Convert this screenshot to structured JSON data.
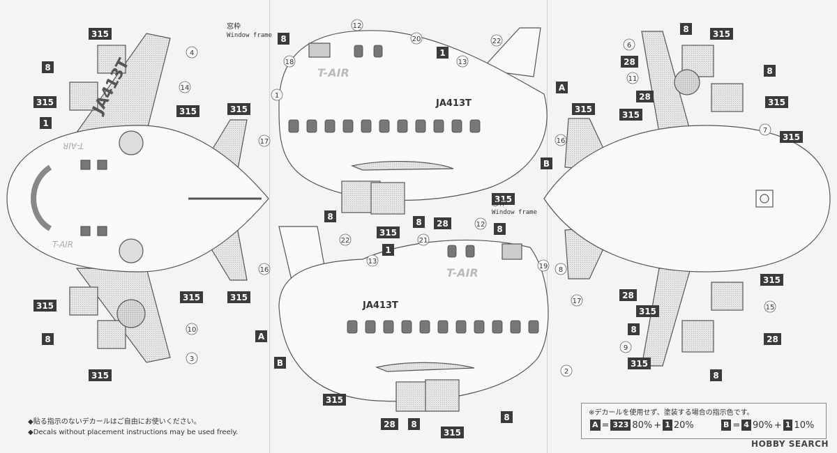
{
  "window_frame": {
    "ja": "窓枠",
    "en": "Window frame"
  },
  "registration": "JA413T",
  "livery": "T-AIR",
  "top_left_labels": [
    {
      "id": "tl-315a",
      "text": "315",
      "type": "tag"
    },
    {
      "id": "tl-8a",
      "text": "8",
      "type": "tag"
    },
    {
      "id": "tl-315b",
      "text": "315",
      "type": "tag"
    },
    {
      "id": "tl-1",
      "text": "1",
      "type": "tag"
    },
    {
      "id": "tl-4",
      "text": "4",
      "type": "num"
    },
    {
      "id": "tl-14",
      "text": "14",
      "type": "num"
    },
    {
      "id": "tl-315c",
      "text": "315",
      "type": "tag"
    },
    {
      "id": "tl-315d",
      "text": "315",
      "type": "tag"
    },
    {
      "id": "tl-17",
      "text": "17",
      "type": "num"
    },
    {
      "id": "tl-16",
      "text": "16",
      "type": "num"
    },
    {
      "id": "tl-315e",
      "text": "315",
      "type": "tag"
    },
    {
      "id": "tl-315f",
      "text": "315",
      "type": "tag"
    },
    {
      "id": "tl-315g",
      "text": "315",
      "type": "tag"
    },
    {
      "id": "tl-8b",
      "text": "8",
      "type": "tag"
    },
    {
      "id": "tl-10",
      "text": "10",
      "type": "num"
    },
    {
      "id": "tl-3",
      "text": "3",
      "type": "num"
    },
    {
      "id": "tl-315h",
      "text": "315",
      "type": "tag"
    }
  ],
  "middle_labels": [
    {
      "text": "8",
      "type": "tag"
    },
    {
      "text": "12",
      "type": "num"
    },
    {
      "text": "20",
      "type": "num"
    },
    {
      "text": "22",
      "type": "num"
    },
    {
      "text": "18",
      "type": "num"
    },
    {
      "text": "1",
      "type": "tag"
    },
    {
      "text": "13",
      "type": "num"
    },
    {
      "text": "A",
      "type": "tag"
    },
    {
      "text": "1",
      "type": "num"
    },
    {
      "text": "B",
      "type": "tag"
    },
    {
      "text": "315",
      "type": "tag"
    },
    {
      "text": "8",
      "type": "tag"
    },
    {
      "text": "315",
      "type": "tag"
    },
    {
      "text": "8",
      "type": "tag"
    },
    {
      "text": "28",
      "type": "tag"
    },
    {
      "text": "22",
      "type": "num"
    },
    {
      "text": "1",
      "type": "tag"
    },
    {
      "text": "21",
      "type": "num"
    },
    {
      "text": "12",
      "type": "num"
    },
    {
      "text": "8",
      "type": "tag"
    },
    {
      "text": "13",
      "type": "num"
    },
    {
      "text": "19",
      "type": "num"
    },
    {
      "text": "A",
      "type": "tag"
    },
    {
      "text": "B",
      "type": "tag"
    },
    {
      "text": "2",
      "type": "num"
    },
    {
      "text": "315",
      "type": "tag"
    },
    {
      "text": "28",
      "type": "tag"
    },
    {
      "text": "8",
      "type": "tag"
    },
    {
      "text": "315",
      "type": "tag"
    },
    {
      "text": "8",
      "type": "tag"
    }
  ],
  "right_labels": [
    {
      "text": "6",
      "type": "num"
    },
    {
      "text": "8",
      "type": "tag"
    },
    {
      "text": "315",
      "type": "tag"
    },
    {
      "text": "28",
      "type": "tag"
    },
    {
      "text": "8",
      "type": "tag"
    },
    {
      "text": "11",
      "type": "num"
    },
    {
      "text": "315",
      "type": "tag"
    },
    {
      "text": "28",
      "type": "tag"
    },
    {
      "text": "315",
      "type": "tag"
    },
    {
      "text": "7",
      "type": "num"
    },
    {
      "text": "16",
      "type": "num"
    },
    {
      "text": "315",
      "type": "tag"
    },
    {
      "text": "315",
      "type": "tag"
    },
    {
      "text": "17",
      "type": "num"
    },
    {
      "text": "8",
      "type": "num"
    },
    {
      "text": "315",
      "type": "tag"
    },
    {
      "text": "28",
      "type": "tag"
    },
    {
      "text": "315",
      "type": "tag"
    },
    {
      "text": "15",
      "type": "num"
    },
    {
      "text": "8",
      "type": "tag"
    },
    {
      "text": "28",
      "type": "tag"
    },
    {
      "text": "9",
      "type": "num"
    },
    {
      "text": "315",
      "type": "tag"
    },
    {
      "text": "8",
      "type": "tag"
    }
  ],
  "notes": {
    "ja": "◆貼る指示のないデカールはご自由にお使いください。",
    "en": "◆Decals without placement instructions may be used freely."
  },
  "legend": {
    "title": "※デカールを使用せず、塗装する場合の指示色です。",
    "a": {
      "label": "A",
      "eq": "=",
      "c1": "323",
      "p1": "80%",
      "plus": "+",
      "c2": "1",
      "p2": "20%"
    },
    "b": {
      "label": "B",
      "eq": "=",
      "c1": "4",
      "p1": "90%",
      "plus": "+",
      "c2": "1",
      "p2": "10%"
    }
  },
  "watermark": "HOBBY SEARCH"
}
